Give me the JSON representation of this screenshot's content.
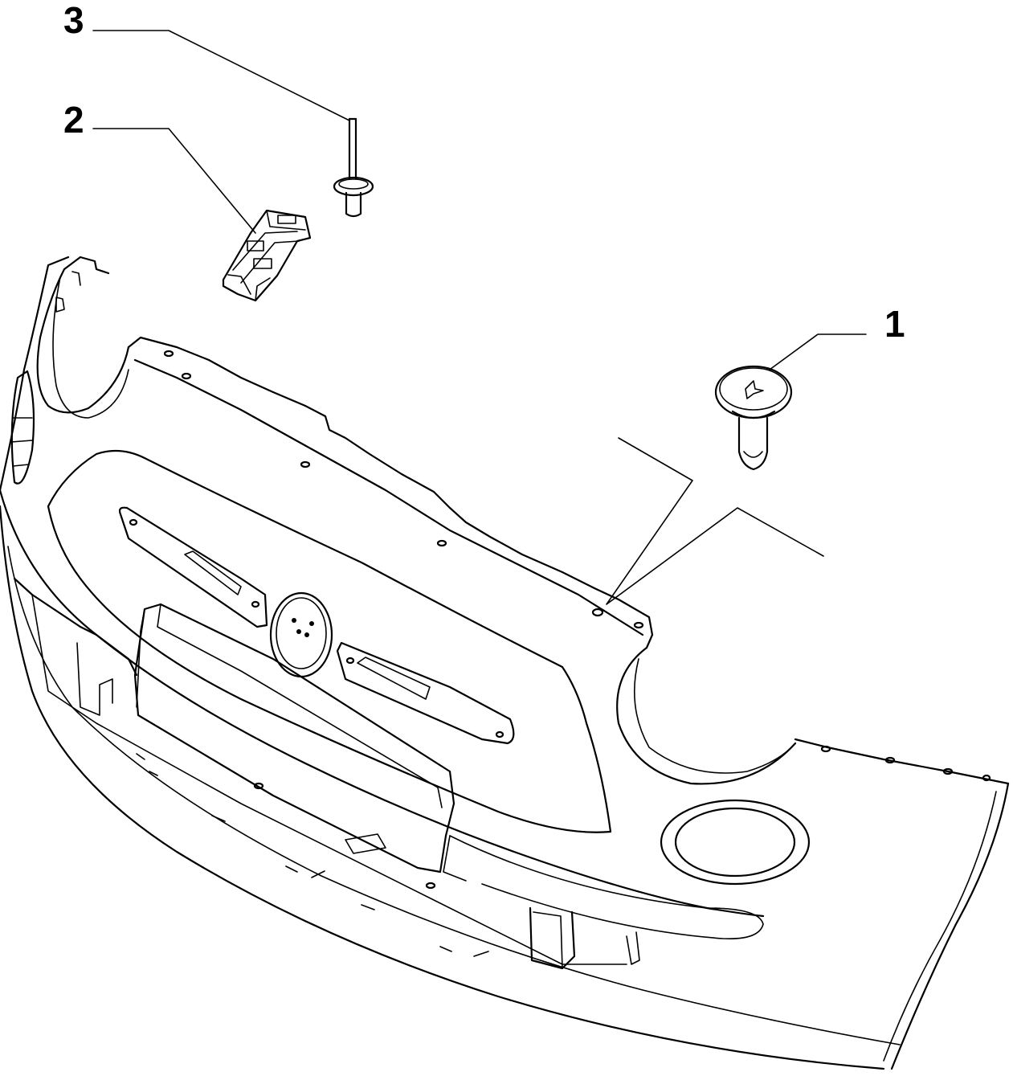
{
  "diagram": {
    "type": "exploded-parts-view",
    "callouts": [
      {
        "id": "1",
        "label": "1",
        "part": "push-clip-icon"
      },
      {
        "id": "2",
        "label": "2",
        "part": "bracket-icon"
      },
      {
        "id": "3",
        "label": "3",
        "part": "rivet-icon"
      }
    ],
    "colors": {
      "line": "#000000",
      "background": "#ffffff"
    }
  }
}
